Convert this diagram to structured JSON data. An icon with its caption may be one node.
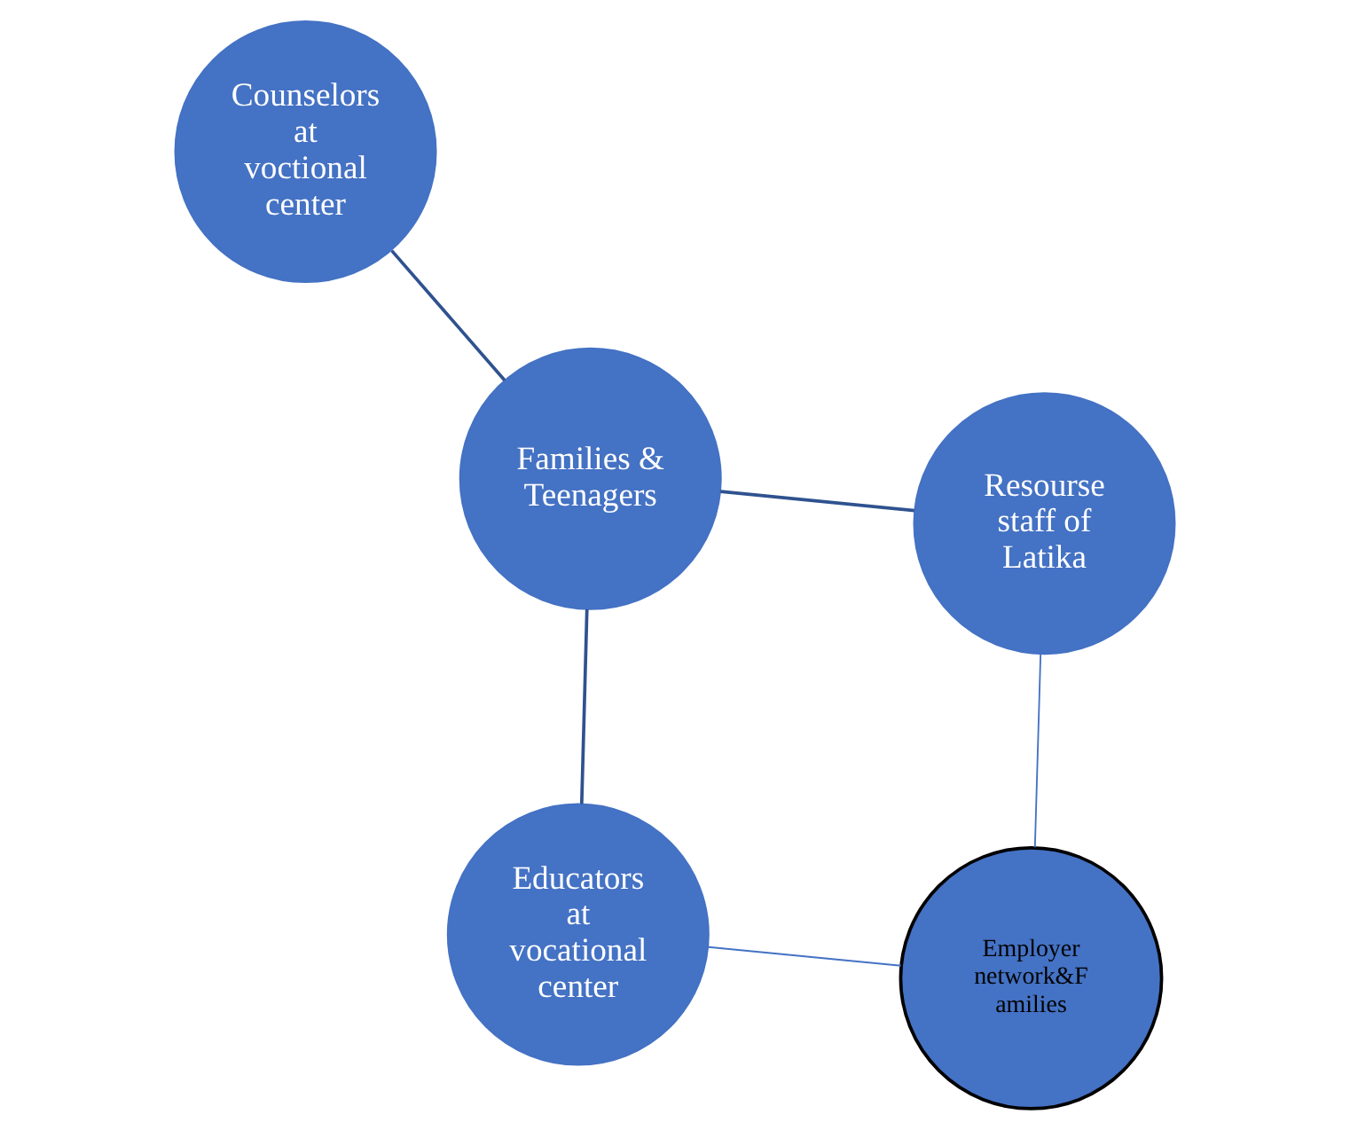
{
  "diagram": {
    "nodes": [
      {
        "text": [
          "Educators at vocational center"
        ]
      },
      {
        "text": [
          "Employer network&F amilies"
        ]
      },
      {
        "text": [
          "Families & Teenagers"
        ]
      },
      {
        "text": [
          "Counselors at voctional center"
        ]
      },
      {
        "text": [
          "Resourse staff of Latika"
        ]
      }
    ],
    "edges": [
      {
        "from": 0,
        "to": 2,
        "arrow": "none"
      },
      {
        "from": 0,
        "to": 1,
        "arrow": "none",
        "color": "#4472c4"
      },
      {
        "from": 2,
        "to": 3,
        "arrow": "none"
      },
      {
        "from": 2,
        "to": 4,
        "arrow": "none"
      },
      {
        "from": 1,
        "to": 4,
        "arrow": "none",
        "color": "#4472c4"
      }
    ]
  }
}
